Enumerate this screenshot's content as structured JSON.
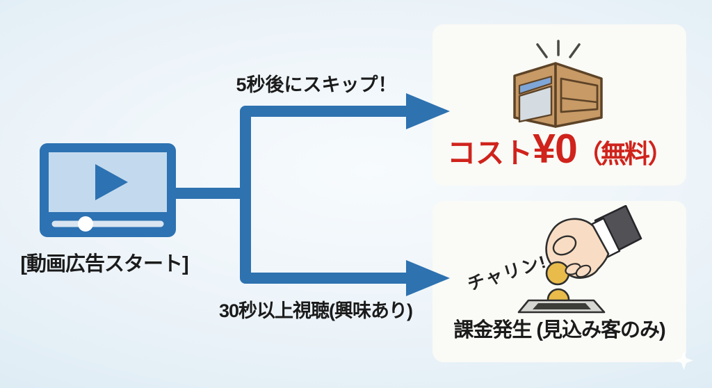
{
  "diagram": {
    "start": {
      "label": "[動画広告スタート]"
    },
    "branches": {
      "top": {
        "label": "5秒後にスキップ！"
      },
      "bottom": {
        "label": "30秒以上視聴(興味あり)"
      }
    },
    "cards": {
      "free": {
        "cost_prefix": "コスト",
        "cost_amount": "¥0",
        "cost_suffix": "（無料）"
      },
      "paid": {
        "sound_effect": "チャリン!",
        "label": "課金発生 (見込み客のみ)"
      }
    }
  },
  "icons": {
    "start": "video-player-icon",
    "free_card": "wallet-icon",
    "paid_card": "hand-coin-slot-icon",
    "decoration": "sparkle-icon"
  },
  "colors": {
    "arrow_blue": "#2e72b0",
    "player_blue": "#2d72b2",
    "player_screen": "#c3daee",
    "cost_red": "#cf231c",
    "text_black": "#1b1b1b",
    "card_bg": "#fafaf6",
    "bg_center": "#f7fbfd",
    "bg_edge": "#cfe3f0",
    "wallet_brown": "#c79a66",
    "wallet_outline": "#5d4327",
    "coin_gold": "#e8bb4b",
    "skin": "#f8ddc4",
    "sleeve_gray": "#515156"
  }
}
